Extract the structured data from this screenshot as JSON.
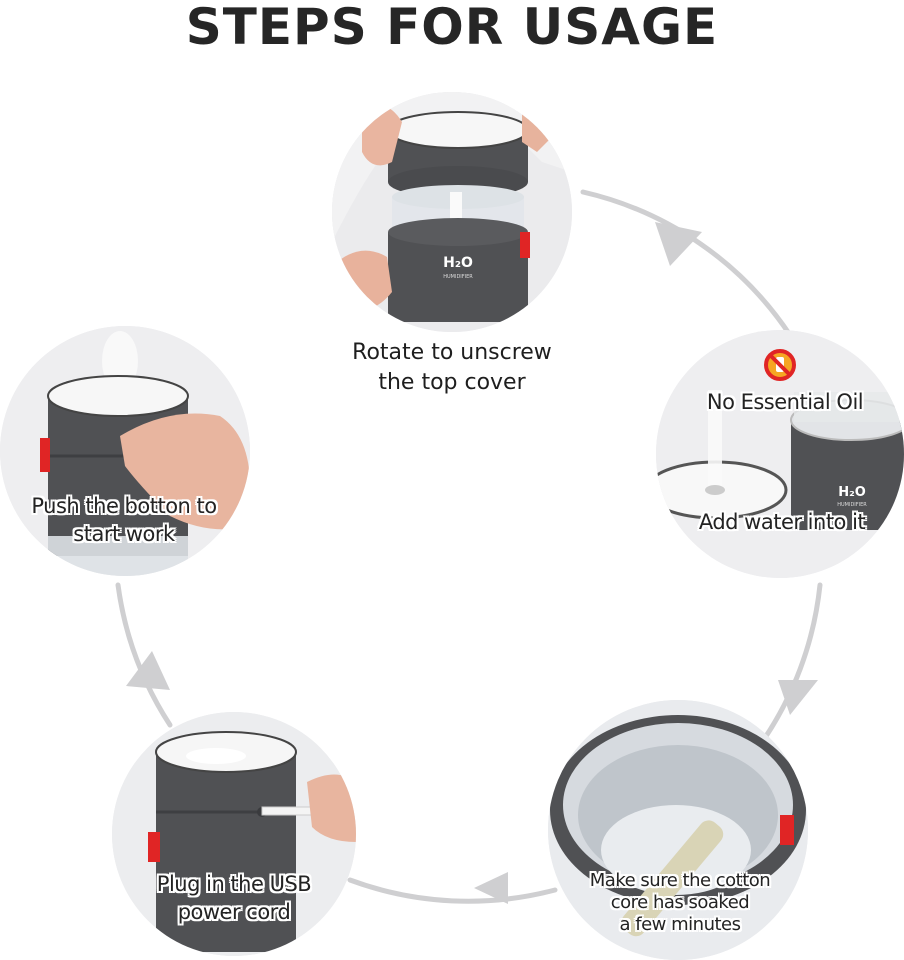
{
  "title": "STEPS FOR USAGE",
  "steps": [
    {
      "caption_line1": "Rotate to unscrew",
      "caption_line2": "the top cover"
    },
    {
      "warning": "No Essential Oil",
      "caption": "Add water into it"
    },
    {
      "caption_line1": "Make sure the cotton",
      "caption_line2": "core has soaked",
      "caption_line3": "a few minutes"
    },
    {
      "caption_line1": "Plug in the USB",
      "caption_line2": "power cord"
    },
    {
      "caption_line1": "Push the botton to",
      "caption_line2": "start work"
    }
  ],
  "product_label": {
    "main": "H2O",
    "sub": "HUMIDIFIER"
  },
  "colors": {
    "device": "#505154",
    "accent": "#e02525",
    "arrow": "#cfcfd1",
    "text": "#262626"
  }
}
